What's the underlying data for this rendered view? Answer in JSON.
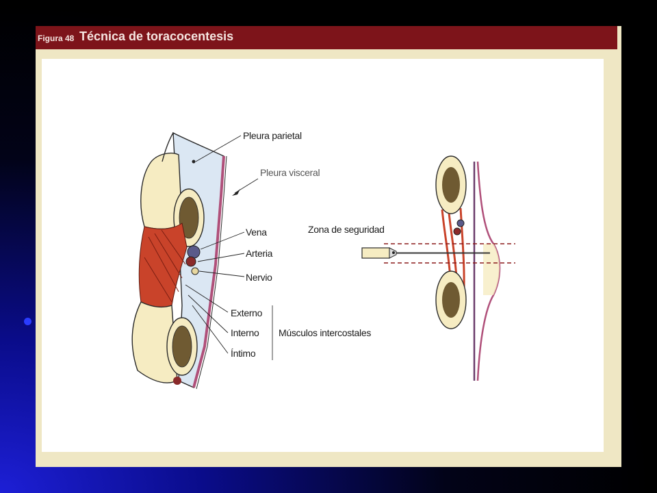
{
  "figure": {
    "number_label": "Figura 48",
    "title": "Técnica de toracocentesis"
  },
  "labels": {
    "pleura_parietal": "Pleura parietal",
    "pleura_visceral": "Pleura visceral",
    "vena": "Vena",
    "arteria": "Arteria",
    "nervio": "Nervio",
    "externo": "Externo",
    "interno": "Interno",
    "intimo": "Íntimo",
    "musculos_intercostales": "Músculos intercostales",
    "zona_seguridad": "Zona de seguridad"
  },
  "colors": {
    "header_bg": "#7d141a",
    "frame_bg": "#efe7c4",
    "slide_blue": "#1d1fd6",
    "muscle_red": "#c9432a",
    "bone_cream": "#f6ecc2",
    "pleura_blue": "#dbe7f3",
    "dashed_line": "#8b1a1a"
  }
}
